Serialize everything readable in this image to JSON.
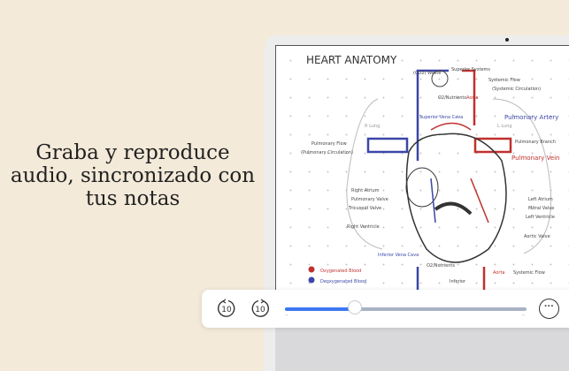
{
  "headline": "Graba y reproduce audio, sincronizado con tus notas",
  "note": {
    "title": "HEART ANATOMY",
    "labels": {
      "co2_waste": "(CO2) Waste",
      "superior_systems": "Superior Systems",
      "systemic_flow": "Systemic Flow",
      "systemic_circulation": "(Systemic Circulation)",
      "o2_nutrients": "O2/Nutrients",
      "aorta": "Aorta",
      "superior_vena_cava": "Superior Vena Cava",
      "r_lung": "R Lung",
      "l_lung": "L Lung",
      "pulmonary_artery": "Pulmonary Artery",
      "pulmonary_flow": "Pulmonary Flow",
      "pulmonary_circulation": "(Pulmonary Circulation)",
      "pulmonary_branch": "Pulmonary Branch",
      "pulmonary_vein": "Pulmonary Vein",
      "right_atrium": "Right Atrium",
      "pulmonary_valve": "Pulmonary Valve",
      "tricuspid_valve": "Tricuspid Valve",
      "right_ventricle": "Right Ventricle",
      "left_atrium": "Left Atrium",
      "mitral_valve": "Mitral Valve",
      "left_ventricle": "Left Ventricle",
      "aortic_valve": "Aortic Valve",
      "inferior_vena_cava": "Inferior Vena Cava",
      "oxygenated": "Oxygenated Blood",
      "deoxygenated": "Deoxygenated Blood",
      "aorta_lower": "Aorta",
      "systemic_flow_lower": "Systemic Flow",
      "inferior": "Inferior"
    },
    "colors": {
      "oxygenated": "#c0302e",
      "deoxygenated": "#3b46a8"
    }
  },
  "player": {
    "rewind_label": "10",
    "forward_label": "10",
    "progress": 0.29,
    "elapsed": "--",
    "remaining": "--",
    "accent": "#3d78f2"
  }
}
